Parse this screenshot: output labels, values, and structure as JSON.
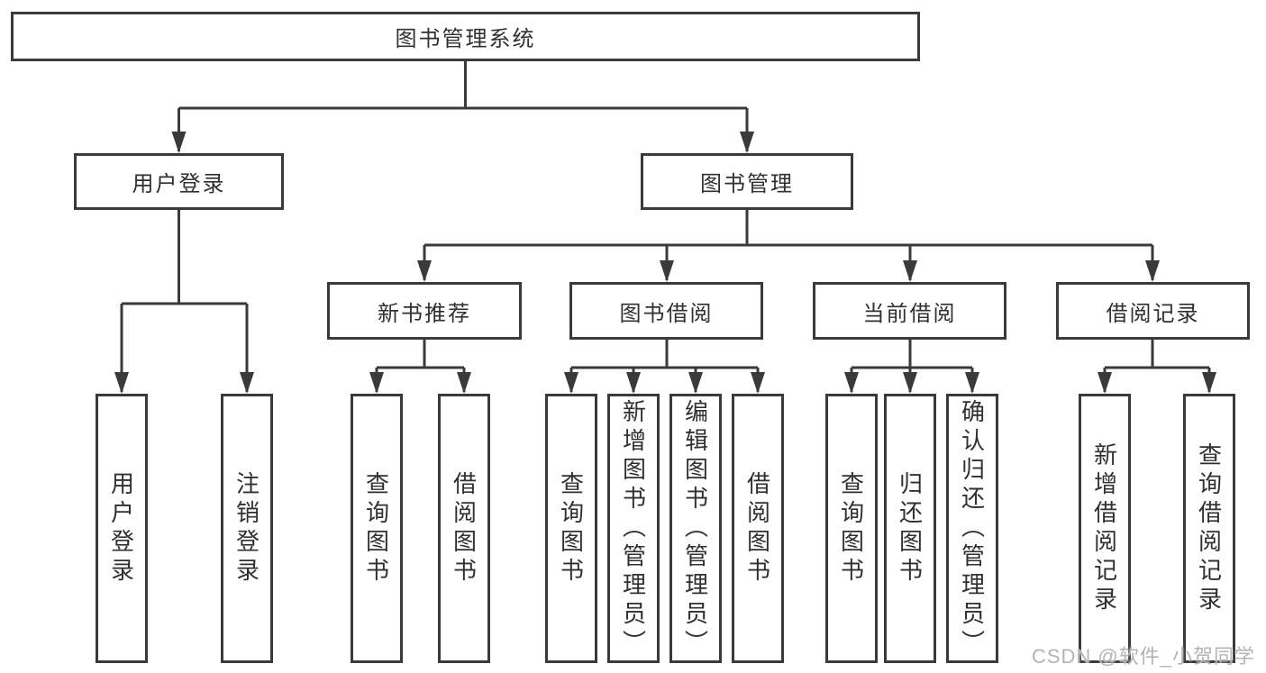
{
  "nodes": {
    "root": {
      "label": "图书管理系统"
    },
    "user_login": {
      "label": "用户登录"
    },
    "book_management": {
      "label": "图书管理"
    },
    "new_book_recommend": {
      "label": "新书推荐"
    },
    "book_borrowing": {
      "label": "图书借阅"
    },
    "current_borrowing": {
      "label": "当前借阅"
    },
    "borrowing_records": {
      "label": "借阅记录"
    },
    "leaves": {
      "user_login_leaf": "用户登录",
      "logout": "注销登录",
      "nb_query_books": "查询图书",
      "nb_borrow_books": "借阅图书",
      "bb_query_books": "查询图书",
      "bb_add_books": "新增图书（管理员）",
      "bb_edit_books": "编辑图书（管理员）",
      "bb_borrow_books": "借阅图书",
      "cb_query_books": "查询图书",
      "cb_return_books": "归还图书",
      "cb_confirm_return": "确认归还（管理员）",
      "br_add_record": "新增借阅记录",
      "br_query_record": "查询借阅记录"
    }
  },
  "watermark": {
    "text": "CSDN @软件_小贺同学"
  },
  "colors": {
    "line": "#3a3a3a",
    "text": "#303030",
    "watermark": "#b4b4b4",
    "background": "#ffffff"
  }
}
